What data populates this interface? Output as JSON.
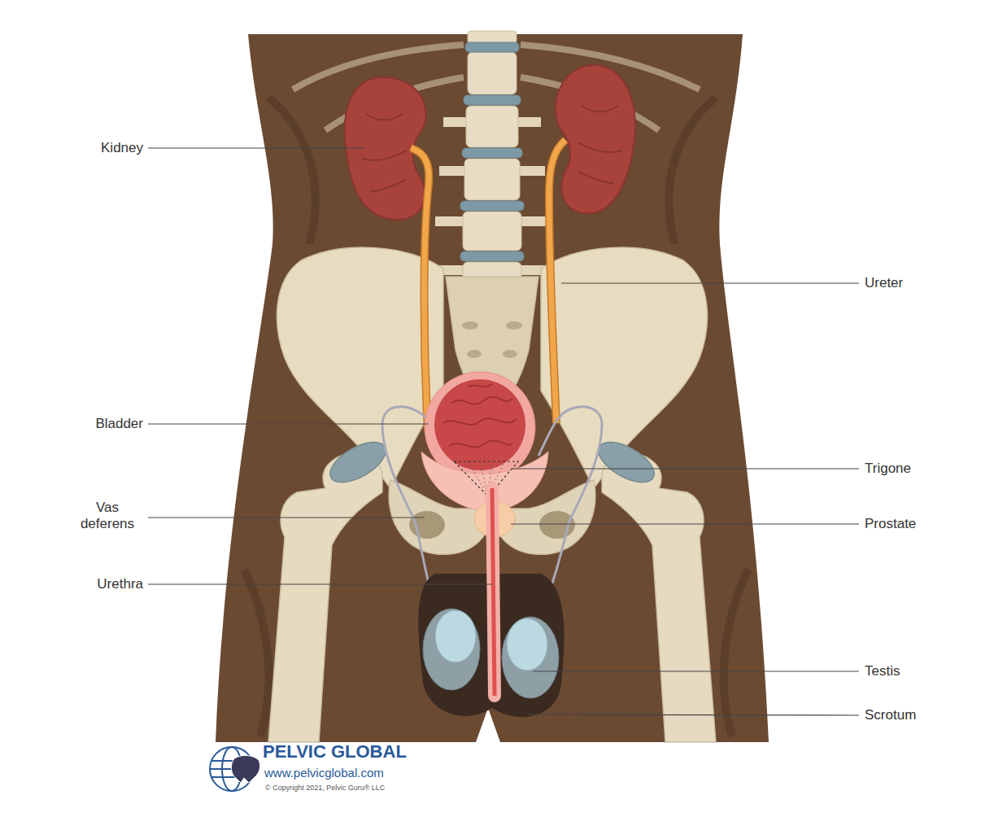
{
  "diagram": {
    "labels": [
      "Kidney",
      "Ureter",
      "Bladder",
      "Trigone",
      "Vas deferens",
      "Prostate",
      "Urethra",
      "Testis",
      "Scrotum",
      "PELVIC GLOBAL",
      "www.pelvicglobal.com",
      "© Copyright 2021, Pelvic Guru® LLC"
    ]
  }
}
